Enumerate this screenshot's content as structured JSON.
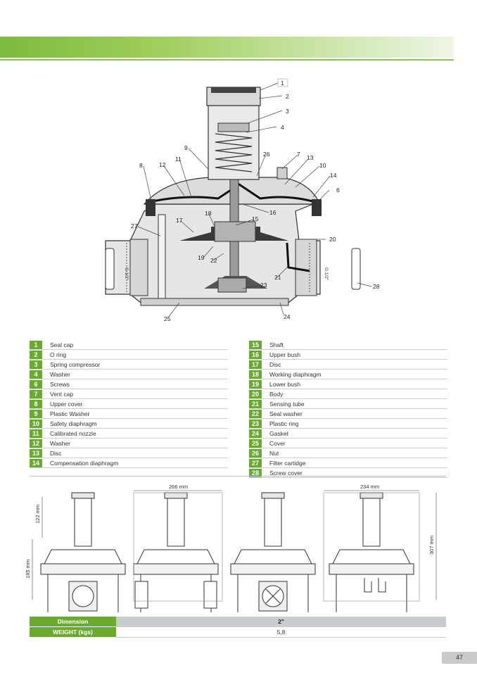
{
  "parts_left": [
    {
      "n": "1",
      "label": "Seal cap"
    },
    {
      "n": "2",
      "label": "O ring"
    },
    {
      "n": "3",
      "label": "Spring compressor"
    },
    {
      "n": "4",
      "label": "Washer"
    },
    {
      "n": "6",
      "label": "Screws"
    },
    {
      "n": "7",
      "label": "Vent cap"
    },
    {
      "n": "8",
      "label": "Upper cover"
    },
    {
      "n": "9",
      "label": "Plastic Washer"
    },
    {
      "n": "10",
      "label": "Safety diaphragm"
    },
    {
      "n": "11",
      "label": "Calibrated nozzle"
    },
    {
      "n": "12",
      "label": "Washer"
    },
    {
      "n": "13",
      "label": "Disc"
    },
    {
      "n": "14",
      "label": "Compensation diaphragm"
    }
  ],
  "parts_right": [
    {
      "n": "15",
      "label": "Shaft"
    },
    {
      "n": "16",
      "label": "Upper bush"
    },
    {
      "n": "17",
      "label": "Disc"
    },
    {
      "n": "18",
      "label": "Working diaphragm"
    },
    {
      "n": "19",
      "label": "Lower bush"
    },
    {
      "n": "20",
      "label": "Body"
    },
    {
      "n": "21",
      "label": "Sensing tube"
    },
    {
      "n": "22",
      "label": "Seal washer"
    },
    {
      "n": "23",
      "label": "Plastic ring"
    },
    {
      "n": "24",
      "label": "Gasket"
    },
    {
      "n": "25",
      "label": "Cover"
    },
    {
      "n": "26",
      "label": "Nut"
    },
    {
      "n": "27",
      "label": "Filter cartidge"
    },
    {
      "n": "28",
      "label": "Screw cover"
    }
  ],
  "callouts": {
    "c1": "1",
    "c2": "2",
    "c3": "3",
    "c4": "4",
    "c6": "6",
    "c7": "7",
    "c8": "8",
    "c9": "9",
    "c10": "10",
    "c11": "11",
    "c12": "12",
    "c13": "13",
    "c14": "14",
    "c15": "15",
    "c16": "16",
    "c17": "17",
    "c18": "18",
    "c19": "19",
    "c20": "20",
    "c21": "21",
    "c22": "22",
    "c23": "23",
    "c24": "24",
    "c25": "25",
    "c26": "26",
    "c27": "27",
    "c28": "28"
  },
  "thread_label": "G 1/2\"",
  "dimensions": {
    "width_left": "266 mm",
    "width_right": "234 mm",
    "height_top": "122 mm",
    "height_body": "185 mm",
    "height_total": "307 mm"
  },
  "spec": {
    "dimension_label": "Dimension",
    "dimension_value": "2\"",
    "weight_label": "WEIGHT (kgs)",
    "weight_value": "5,8"
  },
  "page_number": "47",
  "colors": {
    "accent": "#6aaa2e",
    "banner": "#8cc24a"
  }
}
